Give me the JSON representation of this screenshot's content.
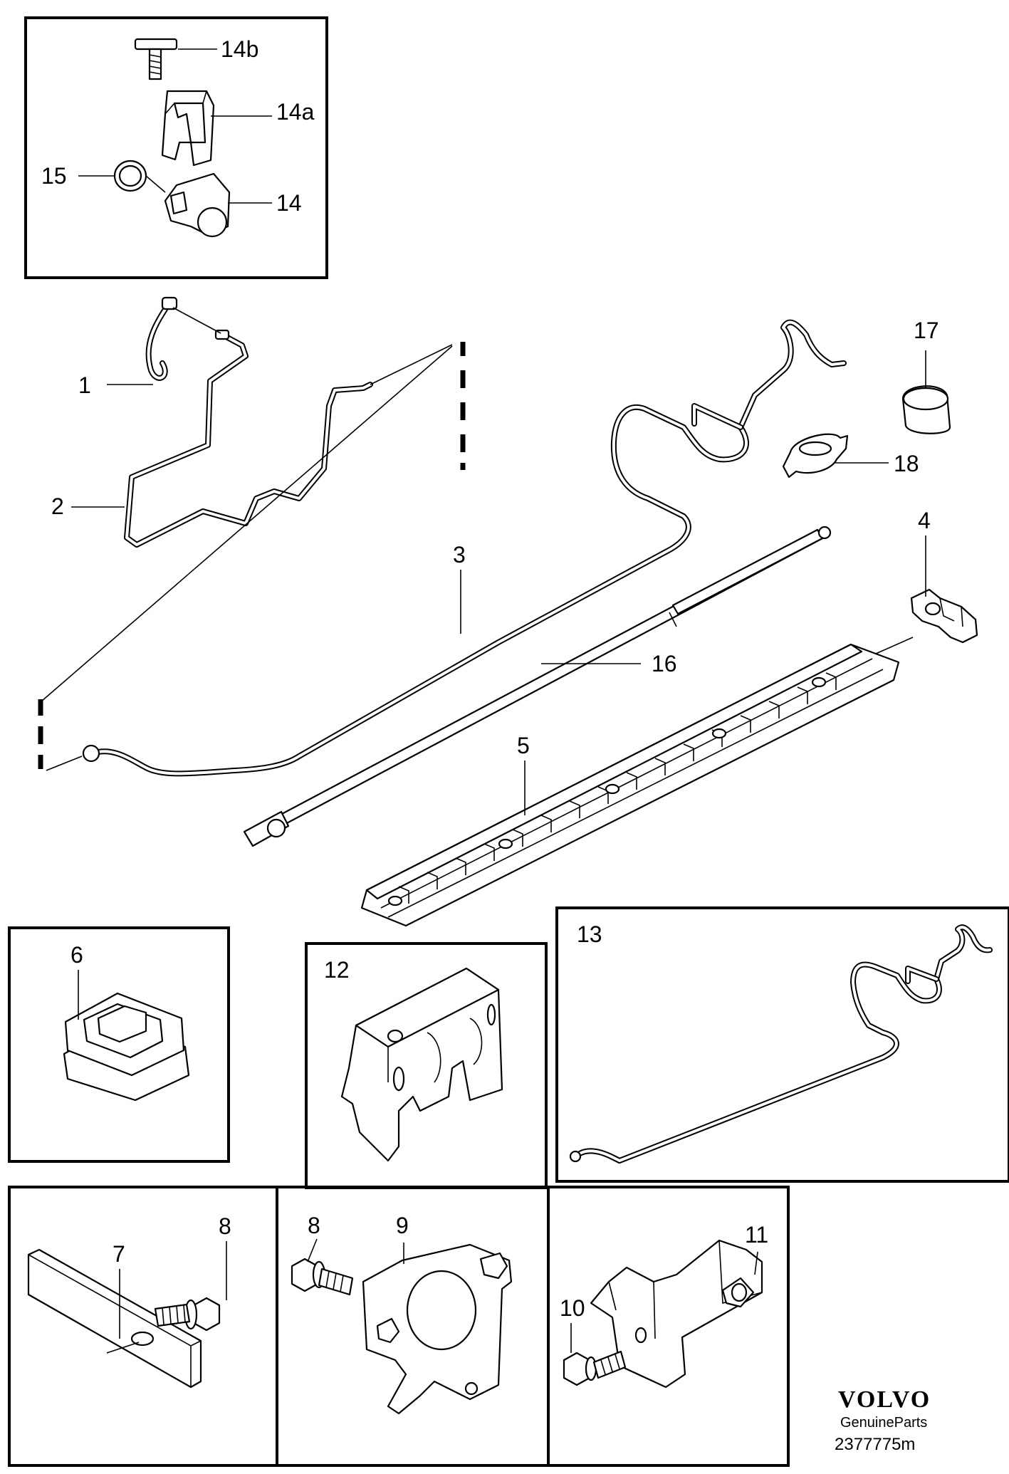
{
  "callouts": {
    "c14b": "14b",
    "c14a": "14a",
    "c14": "14",
    "c15": "15",
    "c1": "1",
    "c2": "2",
    "c3": "3",
    "c16": "16",
    "c17": "17",
    "c18": "18",
    "c4": "4",
    "c5": "5",
    "c6": "6",
    "c12": "12",
    "c13": "13",
    "c7": "7",
    "c8a": "8",
    "c8b": "8",
    "c9": "9",
    "c10": "10",
    "c11": "11"
  },
  "brand": {
    "logo": "VOLVO",
    "subtitle": "GenuineParts",
    "diagram_number": "2377775m"
  }
}
